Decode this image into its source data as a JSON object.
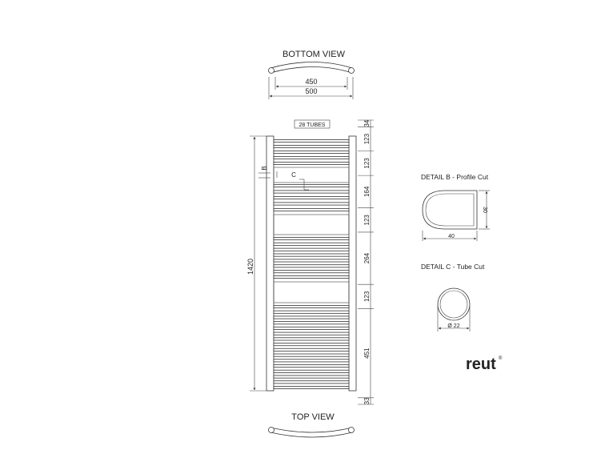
{
  "bottom_view": {
    "title": "BOTTOM VIEW",
    "inner_width": "450",
    "outer_width": "500"
  },
  "top_view": {
    "title": "TOP VIEW"
  },
  "front_view": {
    "tube_count_label": "28 TUBES",
    "height": "1420",
    "detail_b_marker": "B",
    "detail_c_marker": "C",
    "vertical_dims": [
      "34",
      "123",
      "123",
      "164",
      "123",
      "264",
      "123",
      "451",
      "33"
    ]
  },
  "detail_b": {
    "title": "DETAIL B - Profile Cut",
    "height": "30",
    "width": "40"
  },
  "detail_c": {
    "title": "DETAIL C - Tube Cut",
    "diameter": "Ø 22"
  },
  "brand": {
    "logo_text": "reut",
    "logo_mark": "®"
  }
}
